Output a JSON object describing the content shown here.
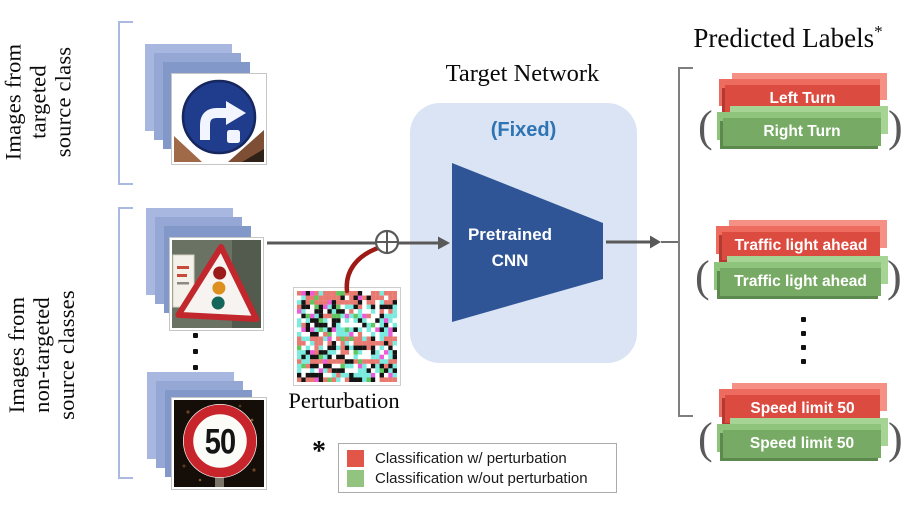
{
  "left_panel": {
    "targeted_label_lines": [
      "Images from",
      "targeted",
      "source class"
    ],
    "non_targeted_label_lines": [
      "Images from",
      "non-targeted",
      "source classes"
    ]
  },
  "perturbation": {
    "label": "Perturbation",
    "palette": {
      "salmon": "#E97A71",
      "cyan": "#7BEBE0",
      "black": "#141414",
      "white": "#FFFFFF",
      "magenta": "#EE5BD8",
      "green": "#5FC75D"
    }
  },
  "network": {
    "title": "Target Network",
    "fixed_label": "(Fixed)",
    "cnn_lines": [
      "Pretrained",
      "CNN"
    ]
  },
  "predictions": {
    "title": "Predicted Labels",
    "title_marker": "*",
    "paren_open": "(",
    "paren_close": ")",
    "groups": [
      {
        "with_perturbation": "Left Turn",
        "without_perturbation": "Right Turn"
      },
      {
        "with_perturbation": "Traffic light ahead",
        "without_perturbation": "Traffic light ahead"
      },
      {
        "with_perturbation": "Speed limit 50",
        "without_perturbation": "Speed limit 50"
      }
    ]
  },
  "legend": {
    "marker": "*",
    "items": [
      {
        "color": "#E25649",
        "label": "Classification w/ perturbation"
      },
      {
        "color": "#92C37F",
        "label": "Classification w/out perturbation"
      }
    ]
  },
  "signs": {
    "speed_limit_text": "50"
  },
  "colors": {
    "label_red_front": "#DC4B40",
    "label_green_front": "#77AA64",
    "network_box": "#DAE4F4",
    "trapezoid": "#2F5597",
    "fixed_text": "#2E74B5",
    "arrow": "#595959",
    "perturbation_curve": "#9E1A15",
    "bracket_left": "#A9B9DF",
    "bracket_right": "#7F7F7F"
  }
}
